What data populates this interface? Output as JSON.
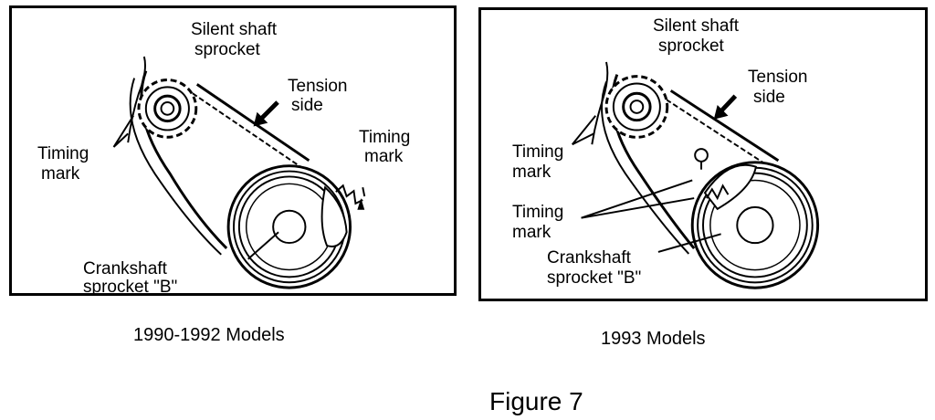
{
  "left": {
    "silent_shaft_line1": "Silent shaft",
    "silent_shaft_line2": "sprocket",
    "tension_line1": "Tension",
    "tension_line2": "side",
    "timing_mark_a_line1": "Timing",
    "timing_mark_a_line2": "mark",
    "timing_mark_b_line1": "Timing",
    "timing_mark_b_line2": "mark",
    "crank_line1": "Crankshaft",
    "crank_line2": "sprocket \"B\"",
    "caption": "1990-1992 Models"
  },
  "right": {
    "silent_shaft_line1": "Silent shaft",
    "silent_shaft_line2": "sprocket",
    "tension_line1": "Tension",
    "tension_line2": "side",
    "timing_mark_a_line1": "Timing",
    "timing_mark_a_line2": "mark",
    "timing_mark_b_line1": "Timing",
    "timing_mark_b_line2": "mark",
    "crank_line1": "Crankshaft",
    "crank_line2": "sprocket \"B\"",
    "caption": "1993 Models"
  },
  "figure_title": "Figure 7"
}
